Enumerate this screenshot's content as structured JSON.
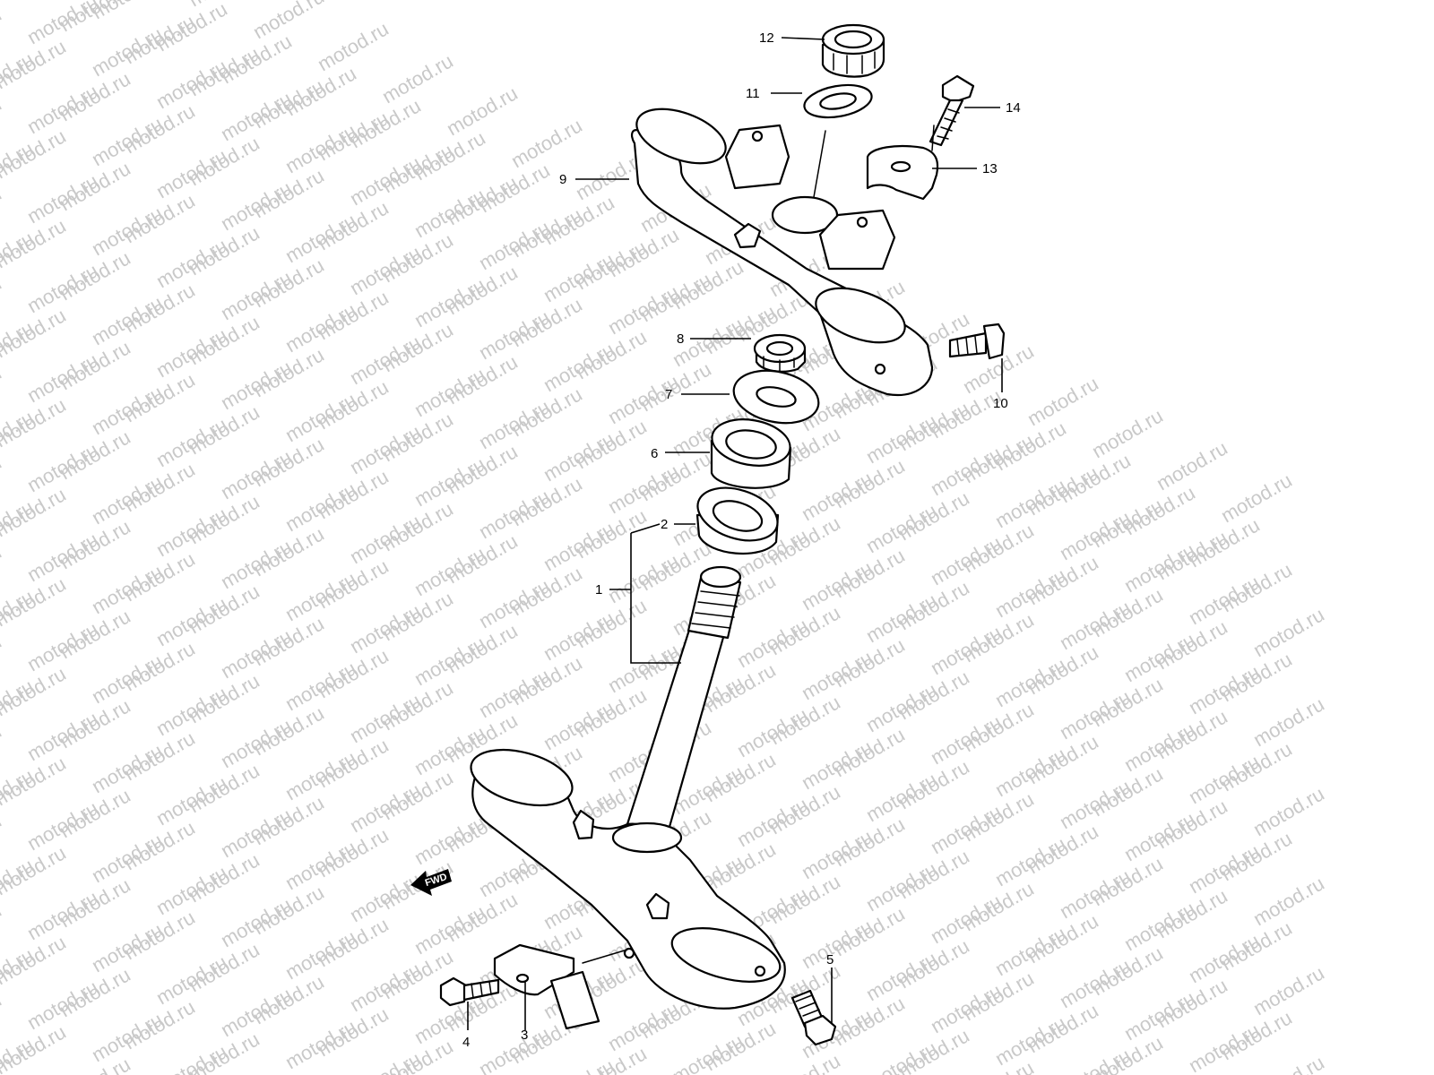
{
  "watermark": {
    "text": "motod.ru"
  },
  "fwd_label": "FWD",
  "callouts": {
    "c1": "1",
    "c2": "2",
    "c3": "3",
    "c4": "4",
    "c5": "5",
    "c6": "6",
    "c7": "7",
    "c8": "8",
    "c9": "9",
    "c10": "10",
    "c11": "11",
    "c12": "12",
    "c13": "13",
    "c14": "14"
  }
}
